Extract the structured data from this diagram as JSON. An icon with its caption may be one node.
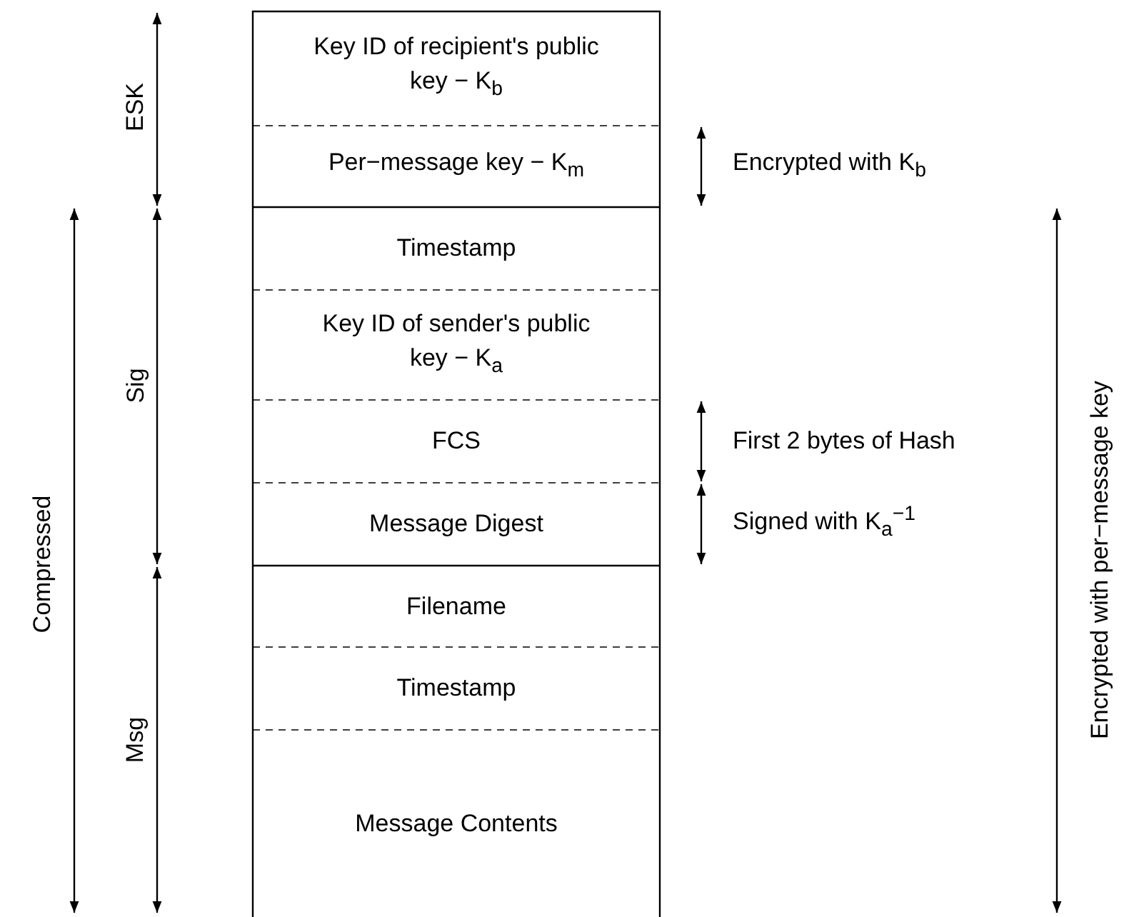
{
  "diagram": {
    "nodes": [
      {
        "text": [
          "Key ID of recipient's public key − K$_{b}$"
        ]
      },
      {
        "text": [
          "Per−message key − K$_{m}$"
        ]
      },
      {
        "text": [
          "Timestamp"
        ]
      },
      {
        "text": [
          "Key ID of sender's public key − K$_{a}$"
        ]
      },
      {
        "text": [
          "FCS"
        ]
      },
      {
        "text": [
          "Message Digest"
        ]
      },
      {
        "text": [
          "Filename"
        ]
      },
      {
        "text": [
          "Timestamp"
        ]
      },
      {
        "text": [
          "Message Contents"
        ]
      }
    ],
    "labels": [
      "ESK",
      "Encrypted with K$_{b}$",
      "Sig",
      "Compressed",
      "First 2 bytes of Hash",
      "Signed with K$_{a}$$^{−1}$",
      "Msg",
      "Encrypted with per−message key"
    ]
  }
}
